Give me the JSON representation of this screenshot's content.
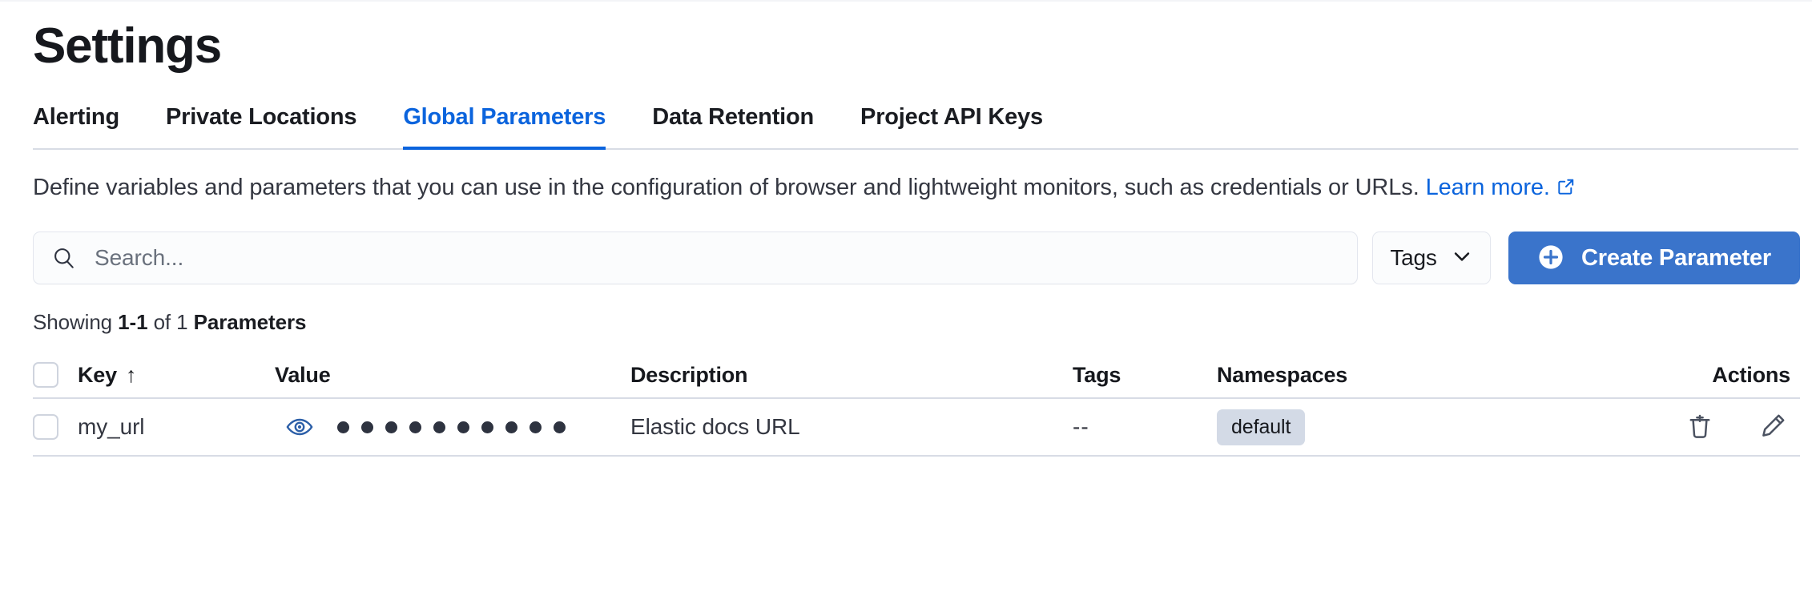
{
  "header": {
    "title": "Settings"
  },
  "tabs": [
    {
      "label": "Alerting",
      "active": false
    },
    {
      "label": "Private Locations",
      "active": false
    },
    {
      "label": "Global Parameters",
      "active": true
    },
    {
      "label": "Data Retention",
      "active": false
    },
    {
      "label": "Project API Keys",
      "active": false
    }
  ],
  "description": {
    "text": "Define variables and parameters that you can use in the configuration of browser and lightweight monitors, such as credentials or URLs.",
    "link_label": "Learn more.",
    "link_icon": "external-link-icon"
  },
  "controls": {
    "search": {
      "icon": "search-icon",
      "value": "",
      "placeholder": "Search..."
    },
    "tags_filter": {
      "label": "Tags",
      "icon": "chevron-down-icon"
    },
    "create_button": {
      "label": "Create Parameter",
      "icon": "plus-circle-icon"
    }
  },
  "results": {
    "prefix": "Showing ",
    "range": "1-1",
    "middle": " of 1 ",
    "unit": "Parameters"
  },
  "table": {
    "columns": [
      {
        "key": "checkbox",
        "label": "",
        "sort": ""
      },
      {
        "key": "key",
        "label": "Key",
        "sort": "ascending"
      },
      {
        "key": "value",
        "label": "Value",
        "sort": ""
      },
      {
        "key": "description",
        "label": "Description",
        "sort": ""
      },
      {
        "key": "tags",
        "label": "Tags",
        "sort": ""
      },
      {
        "key": "namespaces",
        "label": "Namespaces",
        "sort": ""
      },
      {
        "key": "actions",
        "label": "Actions",
        "sort": ""
      }
    ],
    "sort_indicator": "↑",
    "rows": [
      {
        "selected": false,
        "key": "my_url",
        "value_masked": "••••••••••",
        "value_dot_count": 10,
        "value_toggle_icon": "eye-icon",
        "description": "Elastic docs URL",
        "tags": "--",
        "namespaces": [
          "default"
        ],
        "actions": [
          {
            "name": "delete-icon",
            "label": "Delete"
          },
          {
            "name": "edit-pencil-icon",
            "label": "Edit"
          }
        ]
      }
    ]
  },
  "colors": {
    "accent_blue": "#0b64dd",
    "button_blue": "#3a74cb",
    "badge_gray": "#d3dae6",
    "border_gray": "#d8dce5",
    "text_dark": "#16181d",
    "text_body": "#343741"
  }
}
